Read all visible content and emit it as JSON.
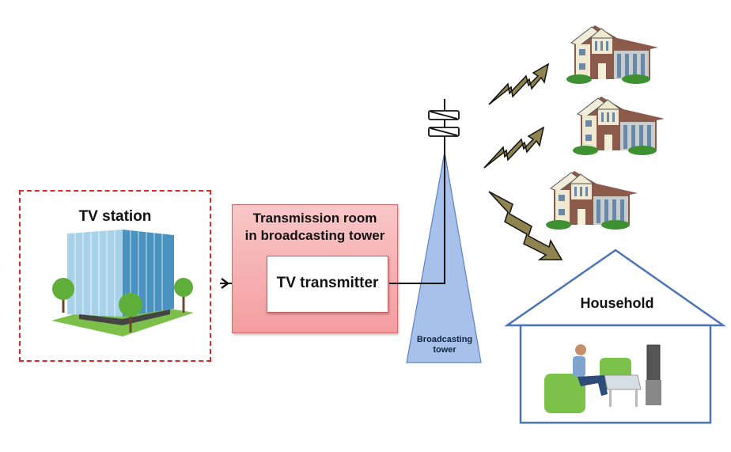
{
  "diagram": {
    "tv_station": {
      "label": "TV station",
      "border_color": "#e0262b"
    },
    "transmission_room": {
      "label_line1": "Transmission room",
      "label_line2": "in broadcasting tower",
      "fill_color": "#f7b6b7"
    },
    "transmitter": {
      "label": "TV transmitter"
    },
    "tower": {
      "label_line1": "Broadcasting",
      "label_line2": "tower",
      "fill_color": "#9fbbe6"
    },
    "household": {
      "label": "Household",
      "outline_color": "#4a74b5"
    },
    "signal_color": "#8f8350",
    "houses_count": 3
  }
}
